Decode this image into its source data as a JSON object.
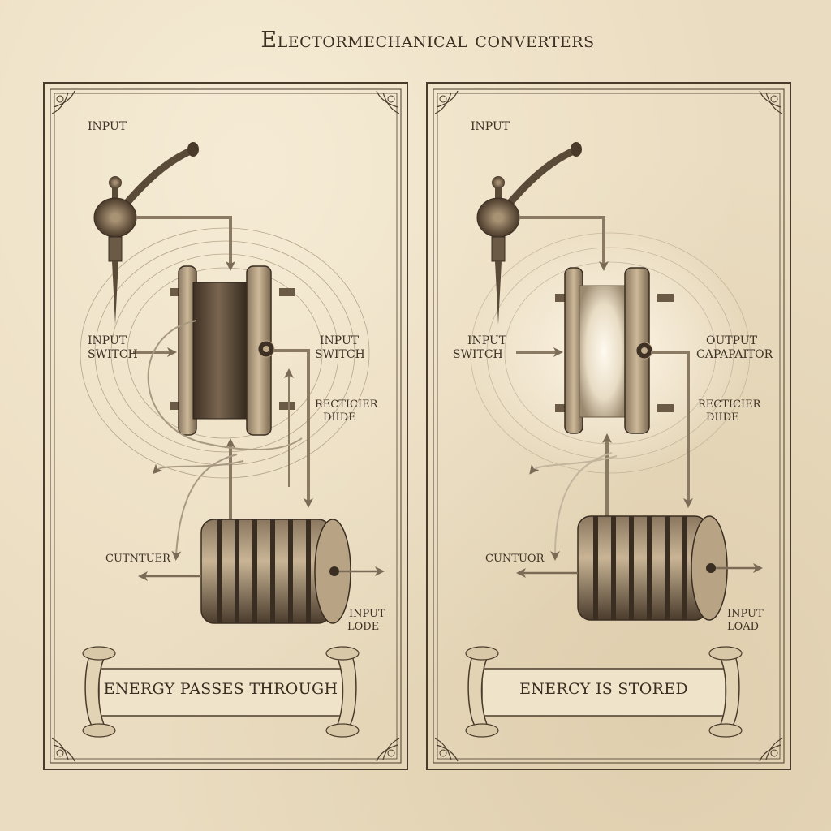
{
  "title": "Electormechanical converters",
  "colors": {
    "paper": "#eadcc0",
    "ink": "#3b2f22",
    "metal": "#6b5a45"
  },
  "panels": [
    {
      "labels": {
        "input": "INPUT",
        "switch_left_1": "INPUT",
        "switch_left_2": "SWITCH",
        "switch_right_1": "INPUT",
        "switch_right_2": "SWITCH",
        "diode_1": "RECTICIER",
        "diode_2": "DIIDE",
        "counter": "CUTNTUER",
        "load_1": "INPUT",
        "load_2": "LODE"
      },
      "banner": "ENERGY PASSES THROUGH"
    },
    {
      "labels": {
        "input": "INPUT",
        "switch_left_1": "INPUT",
        "switch_left_2": "SWITCH",
        "switch_right_1": "OUTPUT",
        "switch_right_2": "CAPAPAITOR",
        "diode_1": "RECTICIER",
        "diode_2": "DIIDE",
        "counter": "CUNTUOR",
        "load_1": "INPUT",
        "load_2": "LOAD"
      },
      "banner": "ENERCY IS STORED"
    }
  ]
}
